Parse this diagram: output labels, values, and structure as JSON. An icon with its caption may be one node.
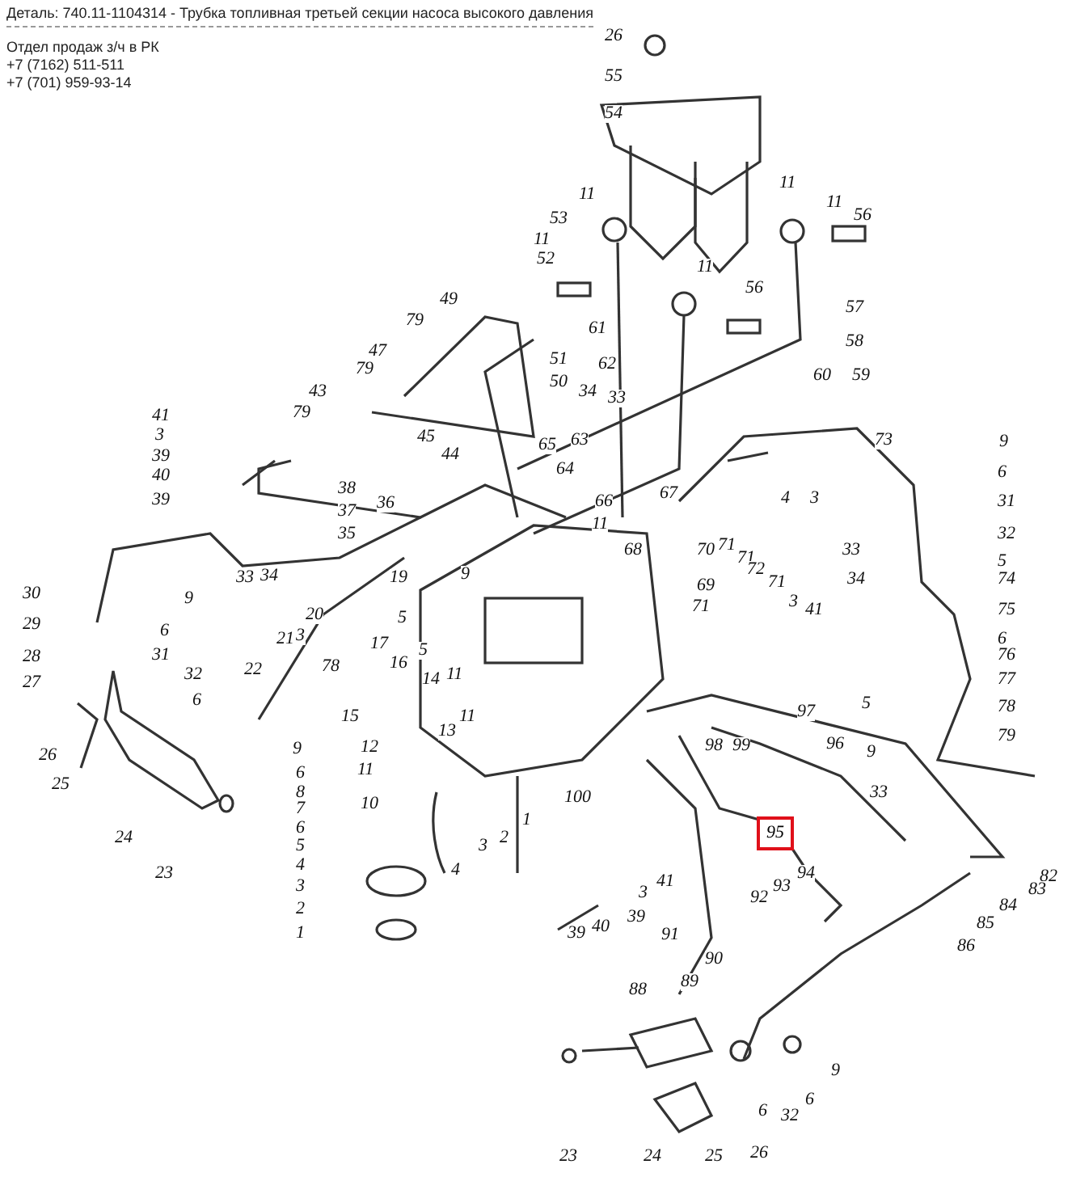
{
  "diagram": {
    "title": "Деталь: 740.11-1104314 - Трубка топливная третьей секции насоса высокого давления",
    "nodes": [
      {
        "text": [
          "95"
        ]
      }
    ],
    "labels": [
      "Отдел продаж з/ч в РК",
      "+7 (7162) 511-511",
      "+7 (701) 959-93-14",
      "26",
      "55",
      "54",
      "11",
      "11",
      "11",
      "56",
      "53",
      "52",
      "11",
      "11",
      "56",
      "57",
      "58",
      "60",
      "59",
      "61",
      "62",
      "51",
      "50",
      "34",
      "33",
      "49",
      "79",
      "47",
      "79",
      "43",
      "41",
      "3",
      "39",
      "40",
      "39",
      "79",
      "38",
      "37",
      "35",
      "36",
      "45",
      "44",
      "30",
      "29",
      "28",
      "27",
      "9",
      "6",
      "31",
      "32",
      "6",
      "33",
      "34",
      "21",
      "3",
      "20",
      "22",
      "78",
      "19",
      "9",
      "5",
      "5",
      "17",
      "16",
      "14",
      "11",
      "26",
      "25",
      "24",
      "23",
      "15",
      "13",
      "11",
      "9",
      "12",
      "11",
      "6",
      "65",
      "63",
      "64",
      "66",
      "11",
      "68",
      "67",
      "70",
      "69",
      "71",
      "71",
      "71",
      "72",
      "71",
      "3",
      "41",
      "4",
      "3",
      "73",
      "33",
      "34",
      "9",
      "6",
      "31",
      "32",
      "5",
      "74",
      "75",
      "6",
      "76",
      "77",
      "78",
      "79",
      "5",
      "9",
      "97",
      "99",
      "98",
      "96",
      "33",
      "100",
      "8",
      "10",
      "7",
      "6",
      "5",
      "4",
      "3",
      "2",
      "1",
      "1",
      "2",
      "3",
      "4",
      "41",
      "3",
      "39",
      "40",
      "39",
      "91",
      "90",
      "89",
      "88",
      "92",
      "93",
      "94",
      "82",
      "83",
      "84",
      "85",
      "86",
      "9",
      "6",
      "32",
      "6",
      "23",
      "24",
      "25",
      "26"
    ]
  }
}
